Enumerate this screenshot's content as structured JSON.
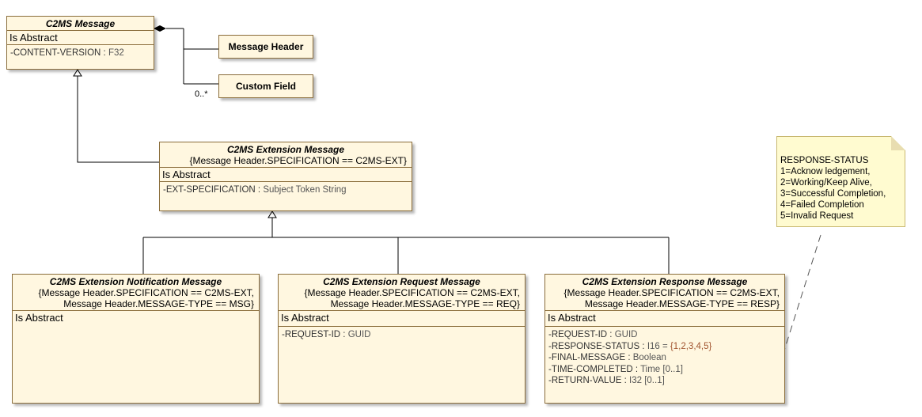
{
  "classes": {
    "c2ms_message": {
      "title": "C2MS Message",
      "abstract": "Is Abstract",
      "attrs": [
        {
          "name": "-CONTENT-VERSION : ",
          "type": "F32"
        }
      ]
    },
    "extension_message": {
      "title": "C2MS Extension Message",
      "constraint": [
        "{Message Header.SPECIFICATION == C2MS-EXT}"
      ],
      "abstract": "Is Abstract",
      "attrs": [
        {
          "name": "-EXT-SPECIFICATION : ",
          "type": "Subject Token String"
        }
      ]
    },
    "notification_message": {
      "title": "C2MS Extension Notification Message",
      "constraint": [
        "{Message Header.SPECIFICATION == C2MS-EXT,",
        "Message Header.MESSAGE-TYPE == MSG}"
      ],
      "abstract": "Is Abstract"
    },
    "request_message": {
      "title": "C2MS Extension Request Message",
      "constraint": [
        "{Message Header.SPECIFICATION == C2MS-EXT,",
        "Message Header.MESSAGE-TYPE == REQ}"
      ],
      "abstract": "Is Abstract",
      "attrs": [
        {
          "name": "-REQUEST-ID : ",
          "type": "GUID"
        }
      ]
    },
    "response_message": {
      "title": "C2MS Extension Response Message",
      "constraint": [
        "{Message Header.SPECIFICATION == C2MS-EXT,",
        "Message Header.MESSAGE-TYPE == RESP}"
      ],
      "abstract": "Is Abstract",
      "attrs": [
        {
          "name": "-REQUEST-ID : ",
          "type": "GUID"
        },
        {
          "name": "-RESPONSE-STATUS : ",
          "type": "I16 = ",
          "value": "{1,2,3,4,5}"
        },
        {
          "name": "-FINAL-MESSAGE : ",
          "type": "Boolean"
        },
        {
          "name": "-TIME-COMPLETED : ",
          "type": "Time [0..1]"
        },
        {
          "name": "-RETURN-VALUE : ",
          "type": "I32 [0..1]"
        }
      ]
    }
  },
  "simple_classes": {
    "message_header": "Message Header",
    "custom_field": "Custom Field"
  },
  "multiplicity": "0..*",
  "note": [
    "RESPONSE-STATUS",
    "1=Acknow ledgement,",
    "2=Working/Keep Alive,",
    "3=Successful Completion,",
    "4=Failed Completion",
    "5=Invalid Request"
  ],
  "colors": {
    "class_fill": "#fff7e0",
    "class_border": "#8a6d3b",
    "note_fill": "#fffbd0",
    "value_text": "#a0522d"
  }
}
